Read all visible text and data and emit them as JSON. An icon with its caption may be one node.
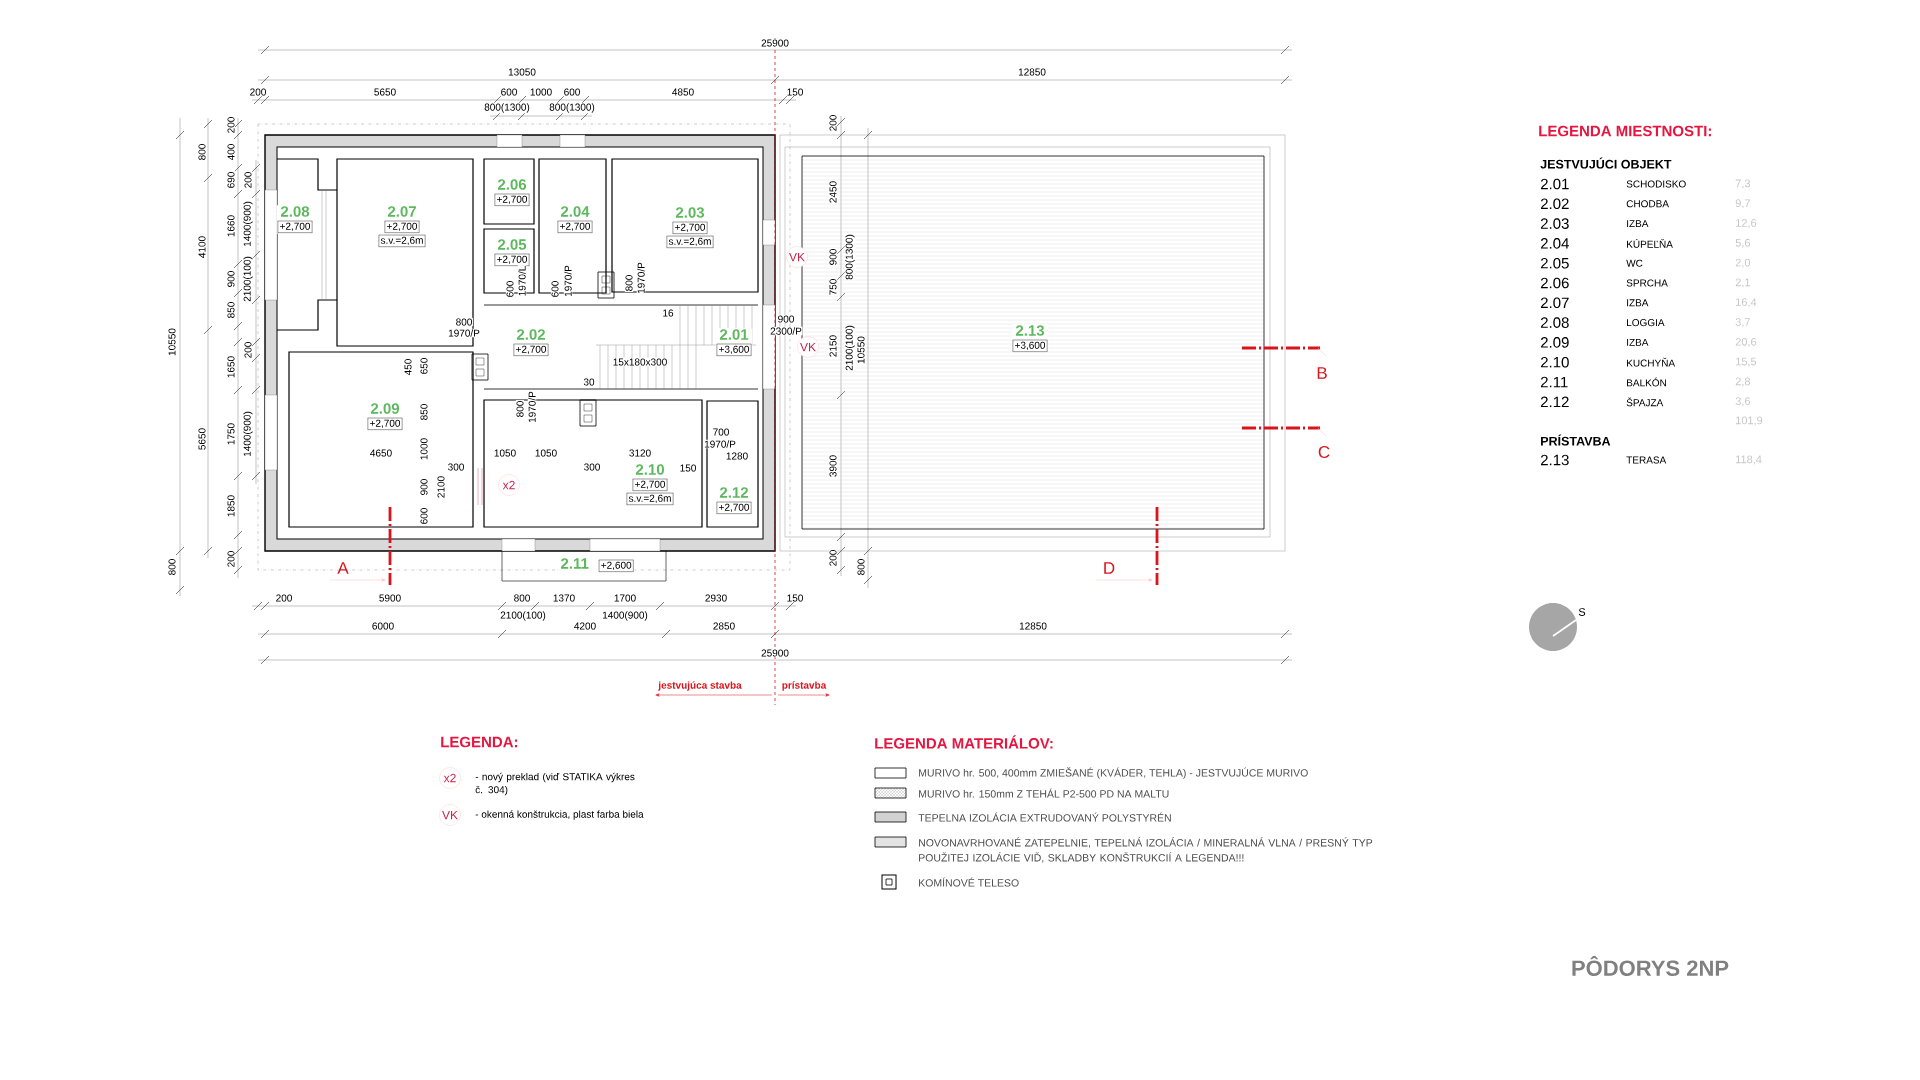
{
  "diagram": {
    "title": "PÔDORYS 2NP",
    "nodes": [
      {
        "text": [
          "2.01",
          "+3,600"
        ]
      },
      {
        "text": [
          "2.02",
          "+2,700"
        ]
      },
      {
        "text": [
          "2.03",
          "+2,700",
          "s.v.=2,6m"
        ]
      },
      {
        "text": [
          "2.04",
          "+2,700"
        ]
      },
      {
        "text": [
          "2.05",
          "+2,700"
        ]
      },
      {
        "text": [
          "2.06",
          "+2,700"
        ]
      },
      {
        "text": [
          "2.07",
          "+2,700",
          "s.v.=2,6m"
        ]
      },
      {
        "text": [
          "2.08",
          "+2,700"
        ]
      },
      {
        "text": [
          "2.09",
          "+2,700"
        ]
      },
      {
        "text": [
          "2.10",
          "+2,700",
          "s.v.=2,6m"
        ]
      },
      {
        "text": [
          "2.11",
          "+2,600"
        ]
      },
      {
        "text": [
          "2.12",
          "+2,700"
        ]
      },
      {
        "text": [
          "2.13",
          "+3,600"
        ]
      }
    ],
    "labels": [
      "25900",
      "13050",
      "12850",
      "200",
      "5650",
      "600",
      "1000",
      "600",
      "4850",
      "150",
      "800(1300)",
      "800(1300)",
      "200",
      "800",
      "400",
      "690",
      "200",
      "1660",
      "1400(900)",
      "4100",
      "900",
      "2100(100)",
      "850",
      "10550",
      "200",
      "1650",
      "5650",
      "1750",
      "1400(900)",
      "1850",
      "200",
      "800",
      "800",
      "1970/P",
      "600",
      "1970/L",
      "600",
      "1970/P",
      "800",
      "1970/P",
      "16",
      "900",
      "2300/P",
      "15x180x300",
      "30",
      "450",
      "650",
      "800",
      "1970/P",
      "850",
      "700",
      "1970/P",
      "4650",
      "1050",
      "1050",
      "3120",
      "1280",
      "1000",
      "300",
      "300",
      "150",
      "900",
      "2100",
      "600",
      "VK",
      "VK",
      "x2",
      "200",
      "2450",
      "900",
      "800(1300)",
      "750",
      "2150",
      "2100(100)",
      "10550",
      "3900",
      "200",
      "800",
      "B",
      "C",
      "A",
      "D",
      "200",
      "5900",
      "800",
      "1370",
      "1700",
      "2930",
      "150",
      "2100(100)",
      "1400(900)",
      "6000",
      "4200",
      "2850",
      "12850",
      "25900",
      "jestvujúca stavba",
      "prístavba",
      "LEGENDA MIESTNOSTI:",
      "JESTVUJÚCI OBJEKT",
      "2.01",
      "SCHODISKO",
      "7,3",
      "2.02",
      "CHODBA",
      "9,7",
      "2.03",
      "IZBA",
      "12,6",
      "2.04",
      "KÚPEĽŇA",
      "5,6",
      "2.05",
      "WC",
      "2,0",
      "2.06",
      "SPRCHA",
      "2,1",
      "2.07",
      "IZBA",
      "16,4",
      "2.08",
      "LOGGIA",
      "3,7",
      "2.09",
      "IZBA",
      "20,6",
      "2.10",
      "KUCHYŇA",
      "15,5",
      "2.11",
      "BALKÓN",
      "2,8",
      "2.12",
      "ŠPAJZA",
      "3,6",
      "101,9",
      "PRÍSTAVBA",
      "2.13",
      "TERASA",
      "118,4",
      "S",
      "LEGENDA:",
      "x2",
      "VK",
      "LEGENDA MATERIÁLOV:"
    ],
    "legend": [
      {
        "text": "- nový preklad (viď STATIKA výkres č. 304)"
      },
      {
        "text": "- okenná konštrukcia, plast farba biela"
      },
      {
        "text": "MURIVO hr. 500, 400mm ZMIEŠANÉ (KVÁDER, TEHLA) - JESTVUJÚCE MURIVO"
      },
      {
        "text": "MURIVO hr. 150mm Z TEHÁL P2-500 PD NA MALTU"
      },
      {
        "text": "TEPELNA IZOLÁCIA EXTRUDOVANÝ POLYSTYRÉN"
      },
      {
        "text": "NOVONAVRHOVANÉ ZATEPELNIE, TEPELNÁ IZOLÁCIA / MINERALNÁ VLNA / PRESNÝ TYP POUŽITEJ IZOLÁCIE VIĎ, SKLADBY KONŠTRUKCIÍ A LEGENDA!!!"
      },
      {
        "text": "KOMÍNOVÉ TELESO"
      }
    ]
  }
}
